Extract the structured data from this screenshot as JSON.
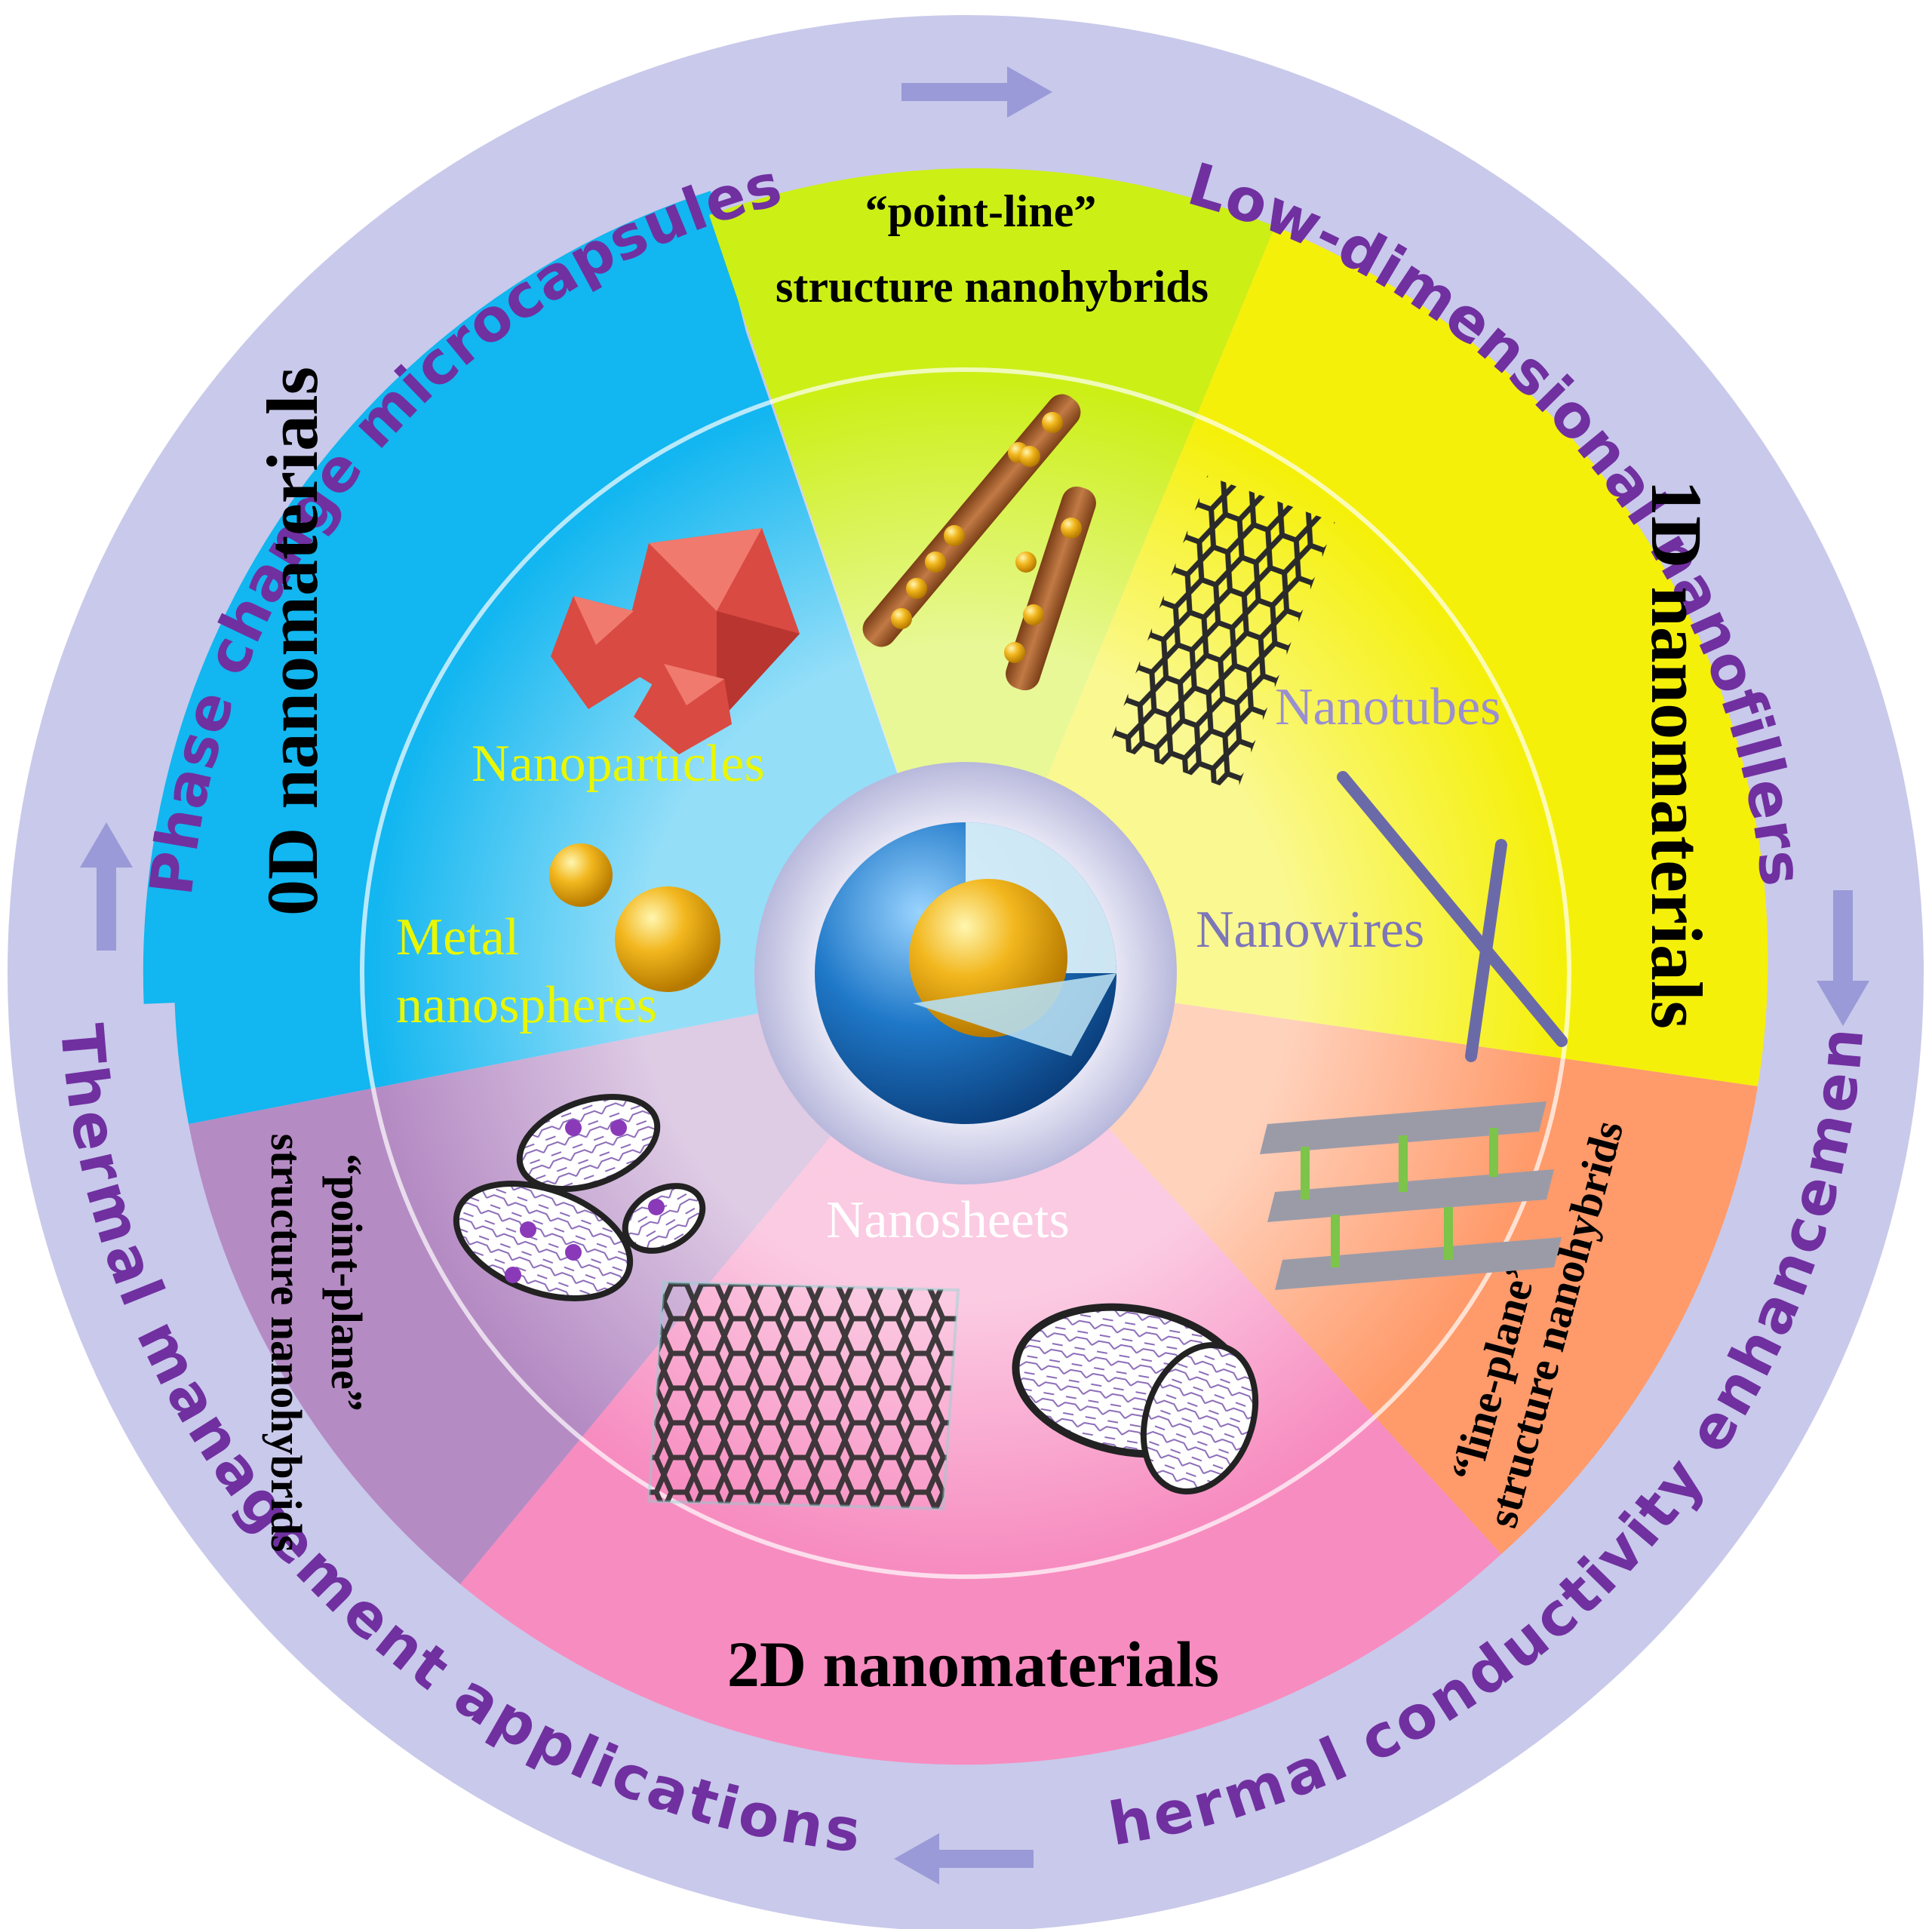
{
  "ring": {
    "top_left": "Phase change microcapsules",
    "top_right": "Low-dimensional nanofillers",
    "bottom_right": "Thermal conductivity enhancement",
    "bottom_left": "Thermal management applications",
    "text_color": "#7030A0",
    "ring_color": "#C9C9EB"
  },
  "sectors": {
    "zero_d": {
      "label": "0D nanomaterials",
      "color": "#12B6F0"
    },
    "point_line": {
      "line1": "“point-line”",
      "line2": "structure nanohybrids",
      "color": "#CCEF16"
    },
    "one_d": {
      "label": "1D nanomaterials",
      "color": "#F5F00A"
    },
    "line_plane": {
      "line1": "“line-plane”",
      "line2": "structure nanohybrids",
      "color": "#FF9A6A"
    },
    "two_d": {
      "label": "2D nanomaterials",
      "color": "#F78CC0"
    },
    "point_plane": {
      "line1": "“point-plane”",
      "line2": "structure nanohybrids",
      "color": "#B58BC4"
    }
  },
  "items": {
    "nanoparticles": "Nanoparticles",
    "metal_line1": "Metal",
    "metal_line2": "nanospheres",
    "nanotubes": "Nanotubes",
    "nanowires": "Nanowires",
    "nanosheets": "Nanosheets"
  }
}
